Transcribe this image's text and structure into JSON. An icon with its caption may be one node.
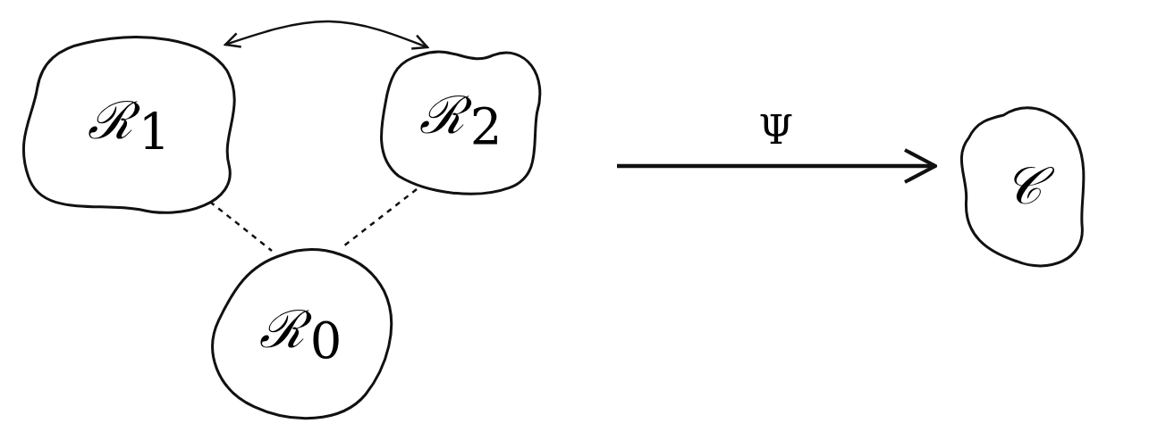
{
  "diagram": {
    "nodes": [
      {
        "text": [
          "ℛ$_{1}$"
        ]
      },
      {
        "text": [
          "ℛ$_{2}$"
        ]
      },
      {
        "text": [
          "ℛ$_{0}$"
        ]
      },
      {
        "text": [
          "𝒞"
        ]
      }
    ],
    "edges": [
      {
        "from": 0,
        "to": 1,
        "arrow": "both"
      },
      {
        "from": 0,
        "to": 2,
        "arrow": "none",
        "style": "dashed"
      },
      {
        "from": 1,
        "to": 2,
        "arrow": "none",
        "style": "dashed"
      },
      {
        "from": null,
        "to": 3,
        "arrow": "to",
        "style": "thick",
        "label": "Ψ"
      }
    ]
  }
}
